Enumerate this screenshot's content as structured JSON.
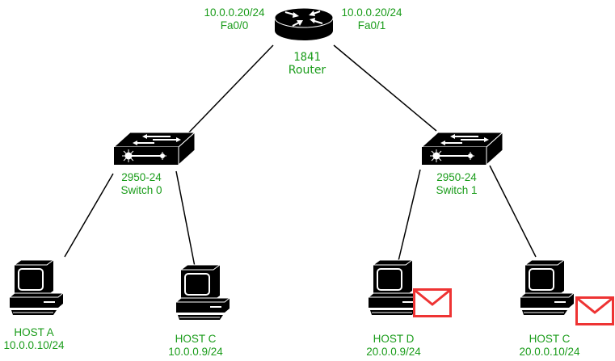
{
  "colors": {
    "label_green": "#1a9c1a",
    "device_black": "#000000",
    "envelope_red": "#ee3333"
  },
  "router": {
    "model": "1841",
    "type": "Router",
    "icon": "router-icon",
    "interfaces": [
      {
        "ip": "10.0.0.20/24",
        "name": "Fa0/0"
      },
      {
        "ip": "10.0.0.20/24",
        "name": "Fa0/1"
      }
    ]
  },
  "switches": [
    {
      "model": "2950-24",
      "name": "Switch 0",
      "icon": "switch-icon"
    },
    {
      "model": "2950-24",
      "name": "Switch 1",
      "icon": "switch-icon"
    }
  ],
  "hosts": [
    {
      "name": "HOST A",
      "ip": "10.0.0.10/24",
      "icon": "pc-icon",
      "has_message": false
    },
    {
      "name": "HOST C",
      "ip": "10.0.0.9/24",
      "icon": "pc-icon",
      "has_message": false
    },
    {
      "name": "HOST D",
      "ip": "20.0.0.9/24",
      "icon": "pc-icon",
      "has_message": true
    },
    {
      "name": "HOST C",
      "ip": "20.0.0.10/24",
      "icon": "pc-icon",
      "has_message": true
    }
  ],
  "links": [
    {
      "from": "Router",
      "to": "Switch 0"
    },
    {
      "from": "Router",
      "to": "Switch 1"
    },
    {
      "from": "Switch 0",
      "to": "HOST A"
    },
    {
      "from": "Switch 0",
      "to": "HOST C (10.0.0.9)"
    },
    {
      "from": "Switch 1",
      "to": "HOST D"
    },
    {
      "from": "Switch 1",
      "to": "HOST C (20.0.0.10)"
    }
  ]
}
